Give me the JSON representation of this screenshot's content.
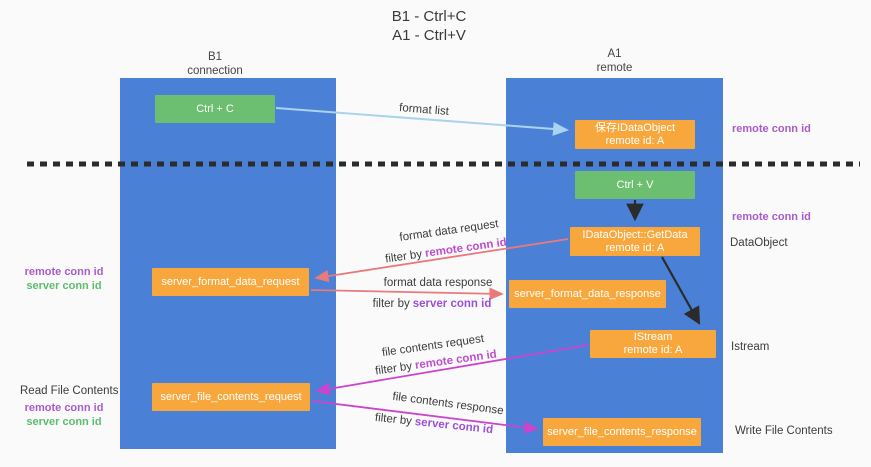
{
  "title": {
    "line1": "B1 - Ctrl+C",
    "line2": "A1 - Ctrl+V"
  },
  "lanes": {
    "left": {
      "title": "B1",
      "subtitle": "connection"
    },
    "right": {
      "title": "A1",
      "subtitle": "remote"
    }
  },
  "boxes": {
    "ctrl_c": {
      "label": "Ctrl + C"
    },
    "save_dataobject": {
      "line1": "保存IDataObject",
      "line2": "remote id: A"
    },
    "ctrl_v": {
      "label": "Ctrl + V"
    },
    "getdata": {
      "line1": "IDataObject::GetData",
      "line2": "remote id: A"
    },
    "server_format_data_request": {
      "label": "server_format_data_request"
    },
    "server_format_data_response": {
      "label": "server_format_data_response"
    },
    "istream": {
      "line1": "IStream",
      "line2": "remote id: A"
    },
    "server_file_contents_request": {
      "label": "server_file_contents_request"
    },
    "server_file_contents_response": {
      "label": "server_file_contents_response"
    }
  },
  "flows": {
    "format_list": "format list",
    "format_data_request": "format data request",
    "format_data_response": "format data response",
    "file_contents_request": "file contents request",
    "file_contents_response": "file contents response",
    "filter_by": "filter by",
    "remote_conn_id": "remote conn id",
    "server_conn_id": "server conn id"
  },
  "annotations": {
    "remote_conn_id": "remote conn id",
    "server_conn_id": "server conn id",
    "dataobject": "DataObject",
    "istream": "Istream",
    "read_file_contents": "Read File Contents",
    "write_file_contents": "Write File Contents"
  },
  "colors": {
    "lane_blue": "#4a80d6",
    "box_green": "#6cbe70",
    "box_orange": "#f8a73d",
    "label_purple": "#a95bcb",
    "label_green": "#5cbd6d",
    "mid_remote_magenta": "#bd4ecd",
    "mid_server_purple": "#9b51d6",
    "arrow_light_blue": "#a9d3ef",
    "arrow_salmon": "#e87a7a",
    "arrow_magenta": "#cc44cc",
    "arrow_black": "#2b2b2b",
    "background": "#fafafa"
  }
}
